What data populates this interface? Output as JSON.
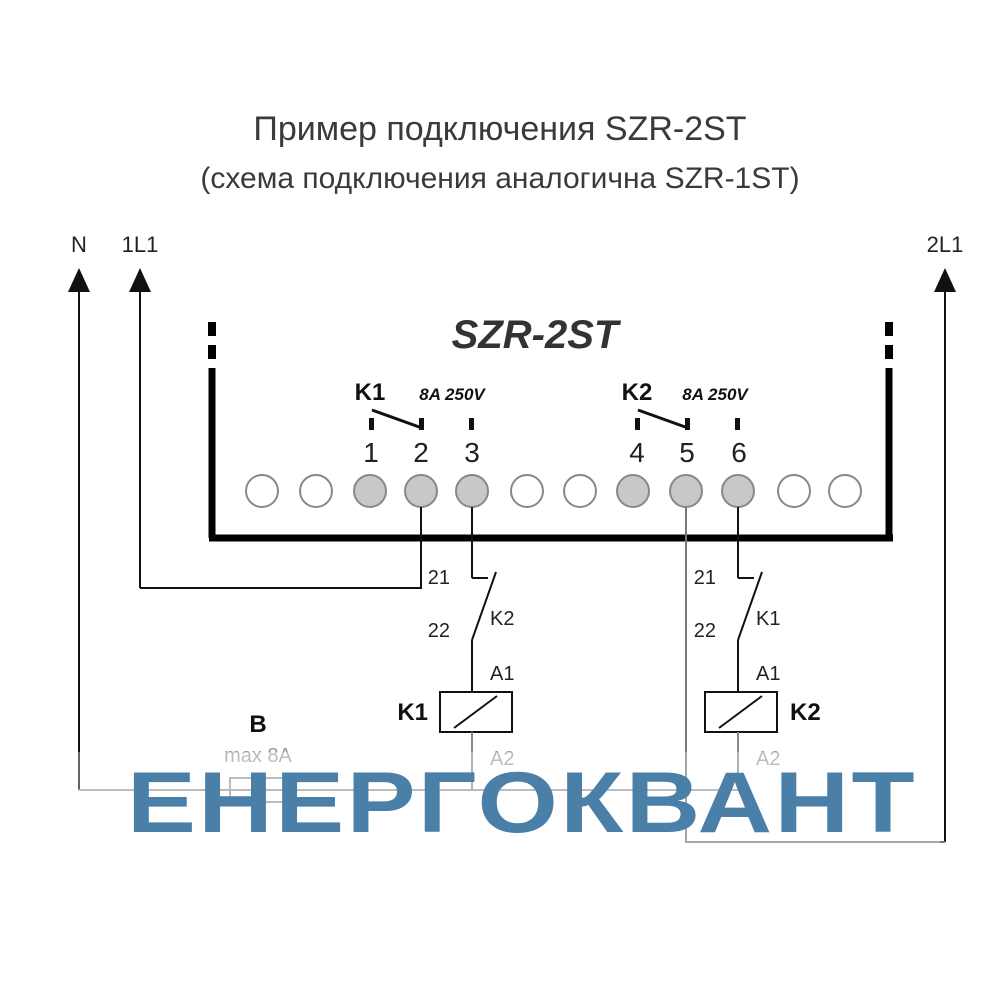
{
  "title": "Пример подключения SZR-2ST",
  "subtitle": "(схема подключения аналогична SZR-1ST)",
  "lines": {
    "n": "N",
    "l1": "1L1",
    "l2": "2L1"
  },
  "device": {
    "name": "SZR-2ST",
    "relay1": {
      "name": "K1",
      "rating": "8A 250V"
    },
    "relay2": {
      "name": "K2",
      "rating": "8A 250V"
    },
    "terminals": [
      "1",
      "2",
      "3",
      "4",
      "5",
      "6"
    ]
  },
  "branch1": {
    "contact_top": "21",
    "contact_bottom": "22",
    "contact_name": "K2",
    "coil_top": "A1",
    "coil_bottom": "A2",
    "coil_name": "K1"
  },
  "branch2": {
    "contact_top": "21",
    "contact_bottom": "22",
    "contact_name": "K1",
    "coil_top": "A1",
    "coil_bottom": "A2",
    "coil_name": "K2"
  },
  "fuse": {
    "name": "B",
    "rating": "max 8A"
  },
  "watermark": "ЕНЕРГОКВАНТ",
  "colors": {
    "wire": "#111111",
    "device_border": "#000000",
    "terminal_active": "#c8c8c8",
    "watermark": "#4a7fa8"
  }
}
